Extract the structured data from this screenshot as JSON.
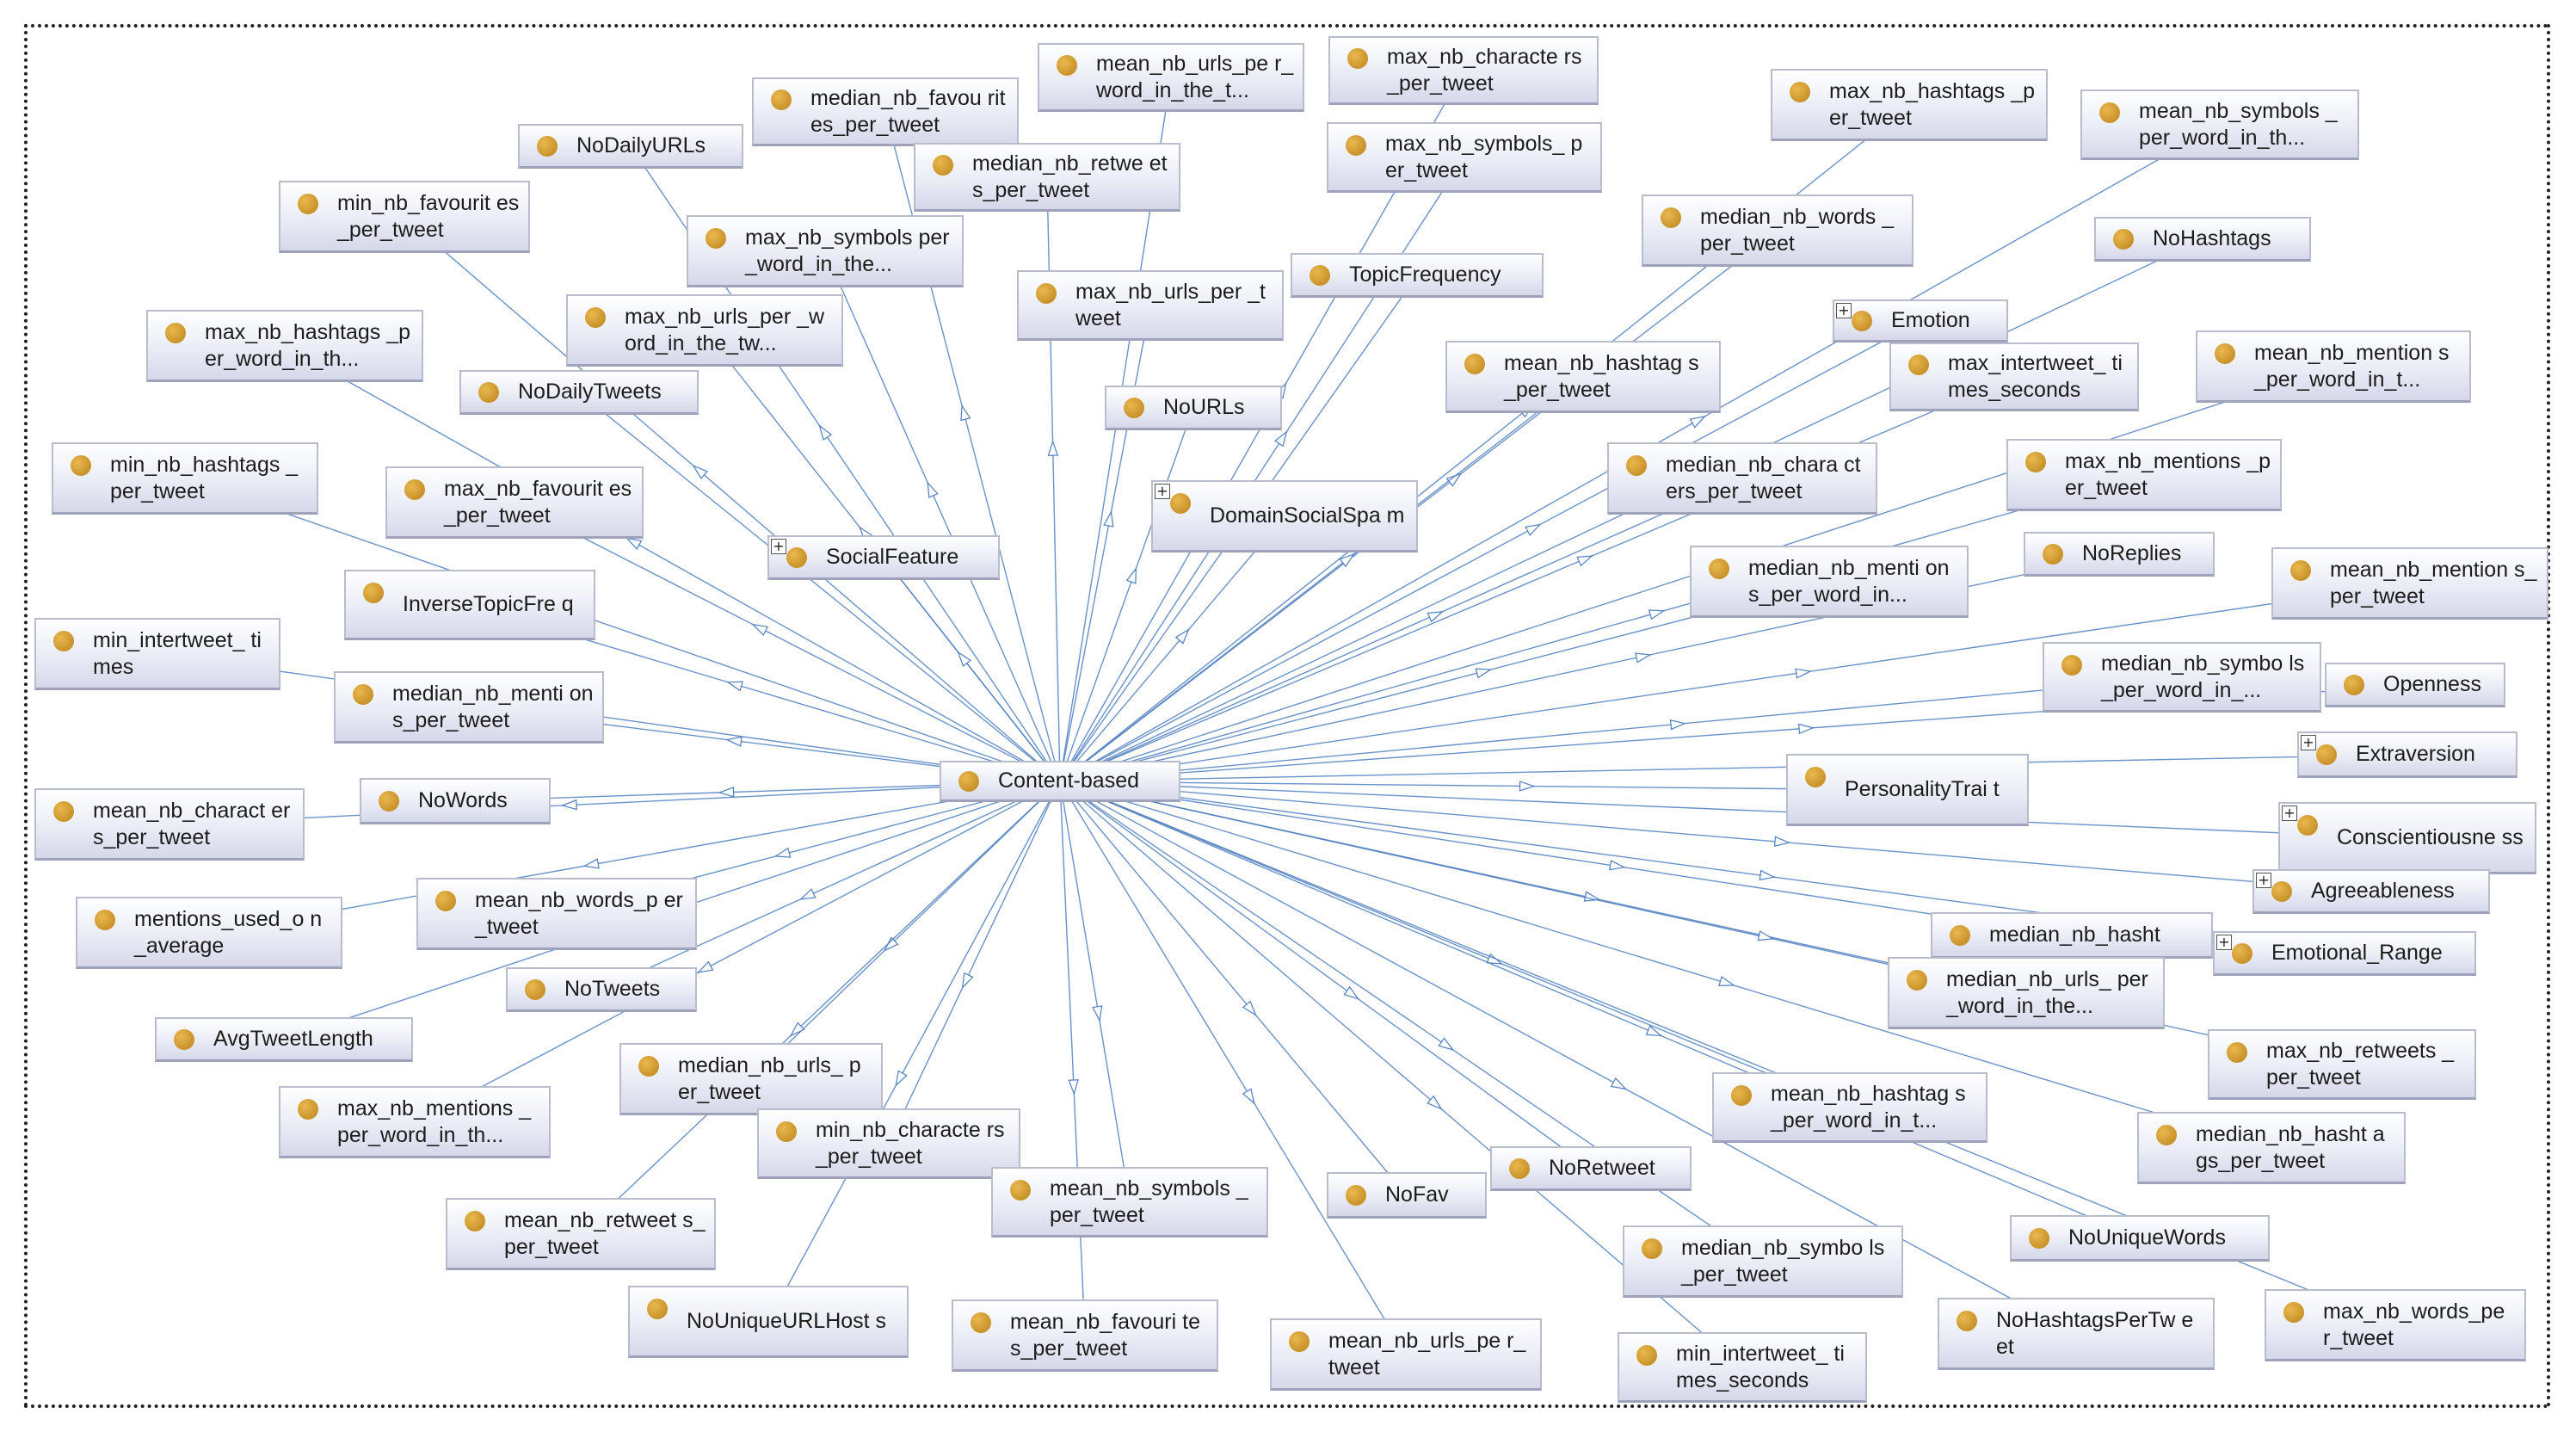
{
  "diagram": {
    "center": "Content-based",
    "nodes": {
      "mean_nb_urls_per_word": "mean_nb_urls_pe r_word_in_the_t...",
      "max_nb_characters": "max_nb_characte rs_per_tweet",
      "median_nb_favourites": "median_nb_favou rites_per_tweet",
      "NoDailyURLs": "NoDailyURLs",
      "median_nb_retweets": "median_nb_retwe ets_per_tweet",
      "max_nb_hashtags_per_tweet": "max_nb_hashtags _per_tweet",
      "mean_nb_symbols_per_word": "mean_nb_symbols _per_word_in_th...",
      "min_nb_favourites": "min_nb_favourit es_per_tweet",
      "max_nb_symbols_per_word": "max_nb_symbols per_word_in_the...",
      "max_nb_symbols_per_tweet": "max_nb_symbols_ per_tweet",
      "median_nb_words": "median_nb_words _per_tweet",
      "NoHashtags": "NoHashtags",
      "TopicFrequency": "TopicFrequency",
      "max_nb_urls_per_tweet": "max_nb_urls_per _tweet",
      "Emotion": "Emotion",
      "max_nb_hashtags_per_word": "max_nb_hashtags _per_word_in_th...",
      "max_nb_urls_per_word": "max_nb_urls_per _word_in_the_tw...",
      "mean_nb_hashtags_per_tweet": "mean_nb_hashtag s_per_tweet",
      "max_intertweet": "max_intertweet_ times_seconds",
      "mean_nb_mentions_per_word": "mean_nb_mention s_per_word_in_t...",
      "NoDailyTweets": "NoDailyTweets",
      "NoURLs": "NoURLs",
      "min_nb_hashtags": "min_nb_hashtags _per_tweet",
      "max_nb_favourites": "max_nb_favourit es_per_tweet",
      "median_nb_characters": "median_nb_chara cters_per_tweet",
      "max_nb_mentions_per_tweet": "max_nb_mentions _per_tweet",
      "DomainSocialSpam": "DomainSocialSpa m",
      "SocialFeature": "SocialFeature",
      "NoReplies": "NoReplies",
      "InverseTopicFreq": "InverseTopicFre q",
      "median_nb_mentions_per_word": "median_nb_menti ons_per_word_in...",
      "mean_nb_mentions_per_tweet": "mean_nb_mention s_per_tweet",
      "min_intertweet_times": "min_intertweet_ times",
      "median_nb_symbols_per_word": "median_nb_symbo ls_per_word_in_...",
      "Openness": "Openness",
      "median_nb_mentions_per_tweet": "median_nb_menti ons_per_tweet",
      "Extraversion": "Extraversion",
      "NoWords": "NoWords",
      "PersonalityTrait": "PersonalityTrai t",
      "mean_nb_characters": "mean_nb_charact ers_per_tweet",
      "Conscientiousness": "Conscientiousne ss",
      "mentions_used": "mentions_used_o n_average",
      "mean_nb_words": "mean_nb_words_p er_tweet",
      "Agreeableness": "Agreeableness",
      "median_nb_hashtags_per_word": "median_nb_hasht",
      "Emotional_Range": "Emotional_Range",
      "NoTweets": "NoTweets",
      "median_nb_urls_per_word": "median_nb_urls_ per_word_in_the...",
      "AvgTweetLength": "AvgTweetLength",
      "max_nb_retweets": "max_nb_retweets _per_tweet",
      "median_nb_urls_per_tweet": "median_nb_urls_ per_tweet",
      "min_nb_characters": "min_nb_characte rs_per_tweet",
      "max_nb_mentions_per_word": "max_nb_mentions _per_word_in_th...",
      "mean_nb_hashtags_per_word": "mean_nb_hashtag s_per_word_in_t...",
      "median_nb_hashtags_per_tweet": "median_nb_hasht ags_per_tweet",
      "mean_nb_symbols_per_tweet": "mean_nb_symbols _per_tweet",
      "NoFav": "NoFav",
      "NoRetweet": "NoRetweet",
      "mean_nb_retweets": "mean_nb_retweet s_per_tweet",
      "median_nb_symbols_per_tweet": "median_nb_symbo ls_per_tweet",
      "NoUniqueWords": "NoUniqueWords",
      "NoUniqueURLHosts": "NoUniqueURLHost s",
      "mean_nb_favourites": "mean_nb_favouri tes_per_tweet",
      "mean_nb_urls_per_tweet": "mean_nb_urls_pe r_tweet",
      "min_intertweet_seconds": "min_intertweet_ times_seconds",
      "NoHashtagsPerTweet": "NoHashtagsPerTw eet",
      "max_nb_words": "max_nb_words_pe r_tweet"
    }
  },
  "colors": {
    "edge": "#4f7fc0",
    "node_dot": "#d6a237"
  }
}
